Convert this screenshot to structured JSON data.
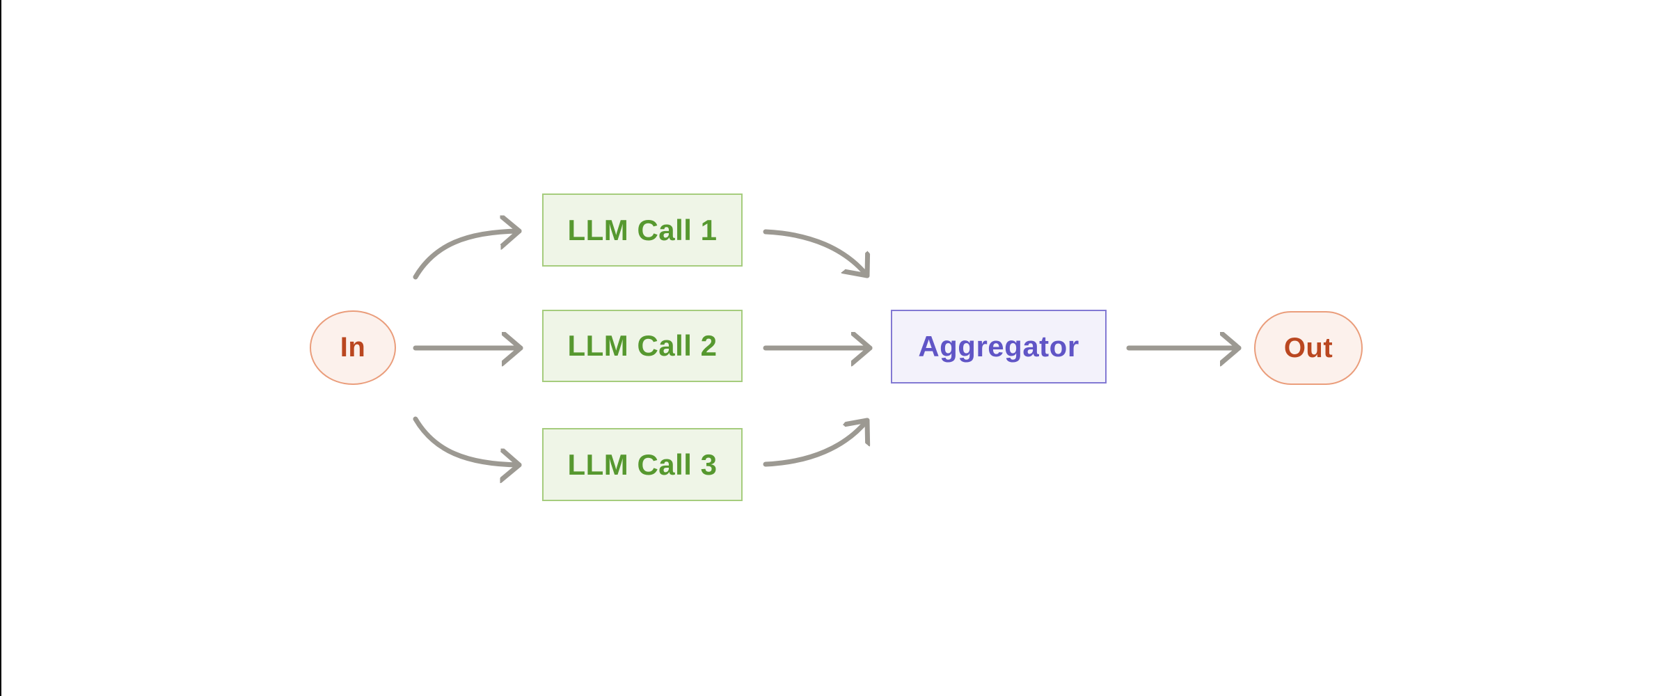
{
  "diagram": {
    "nodes": {
      "in": {
        "label": "In",
        "shape": "ellipse"
      },
      "llm_call_1": {
        "label": "LLM Call 1",
        "shape": "rectangle"
      },
      "llm_call_2": {
        "label": "LLM Call 2",
        "shape": "rectangle"
      },
      "llm_call_3": {
        "label": "LLM Call 3",
        "shape": "rectangle"
      },
      "aggregator": {
        "label": "Aggregator",
        "shape": "rectangle"
      },
      "out": {
        "label": "Out",
        "shape": "pill"
      }
    },
    "edges": [
      {
        "from": "in",
        "to": "llm_call_1",
        "style": "curved"
      },
      {
        "from": "in",
        "to": "llm_call_2",
        "style": "straight"
      },
      {
        "from": "in",
        "to": "llm_call_3",
        "style": "curved"
      },
      {
        "from": "llm_call_1",
        "to": "aggregator",
        "style": "curved"
      },
      {
        "from": "llm_call_2",
        "to": "aggregator",
        "style": "straight"
      },
      {
        "from": "llm_call_3",
        "to": "aggregator",
        "style": "curved"
      },
      {
        "from": "aggregator",
        "to": "out",
        "style": "straight"
      }
    ],
    "colors": {
      "terminal_fill": "#FCF1EC",
      "terminal_border": "#EA9D7B",
      "terminal_text": "#BA4720",
      "llm_fill": "#EFF5E7",
      "llm_border": "#A5CC7D",
      "llm_text": "#56982F",
      "aggregator_fill": "#F3F2FB",
      "aggregator_border": "#8279D3",
      "aggregator_text": "#6055C6",
      "arrow": "#9C9992",
      "background": "#FFFFFF"
    }
  }
}
